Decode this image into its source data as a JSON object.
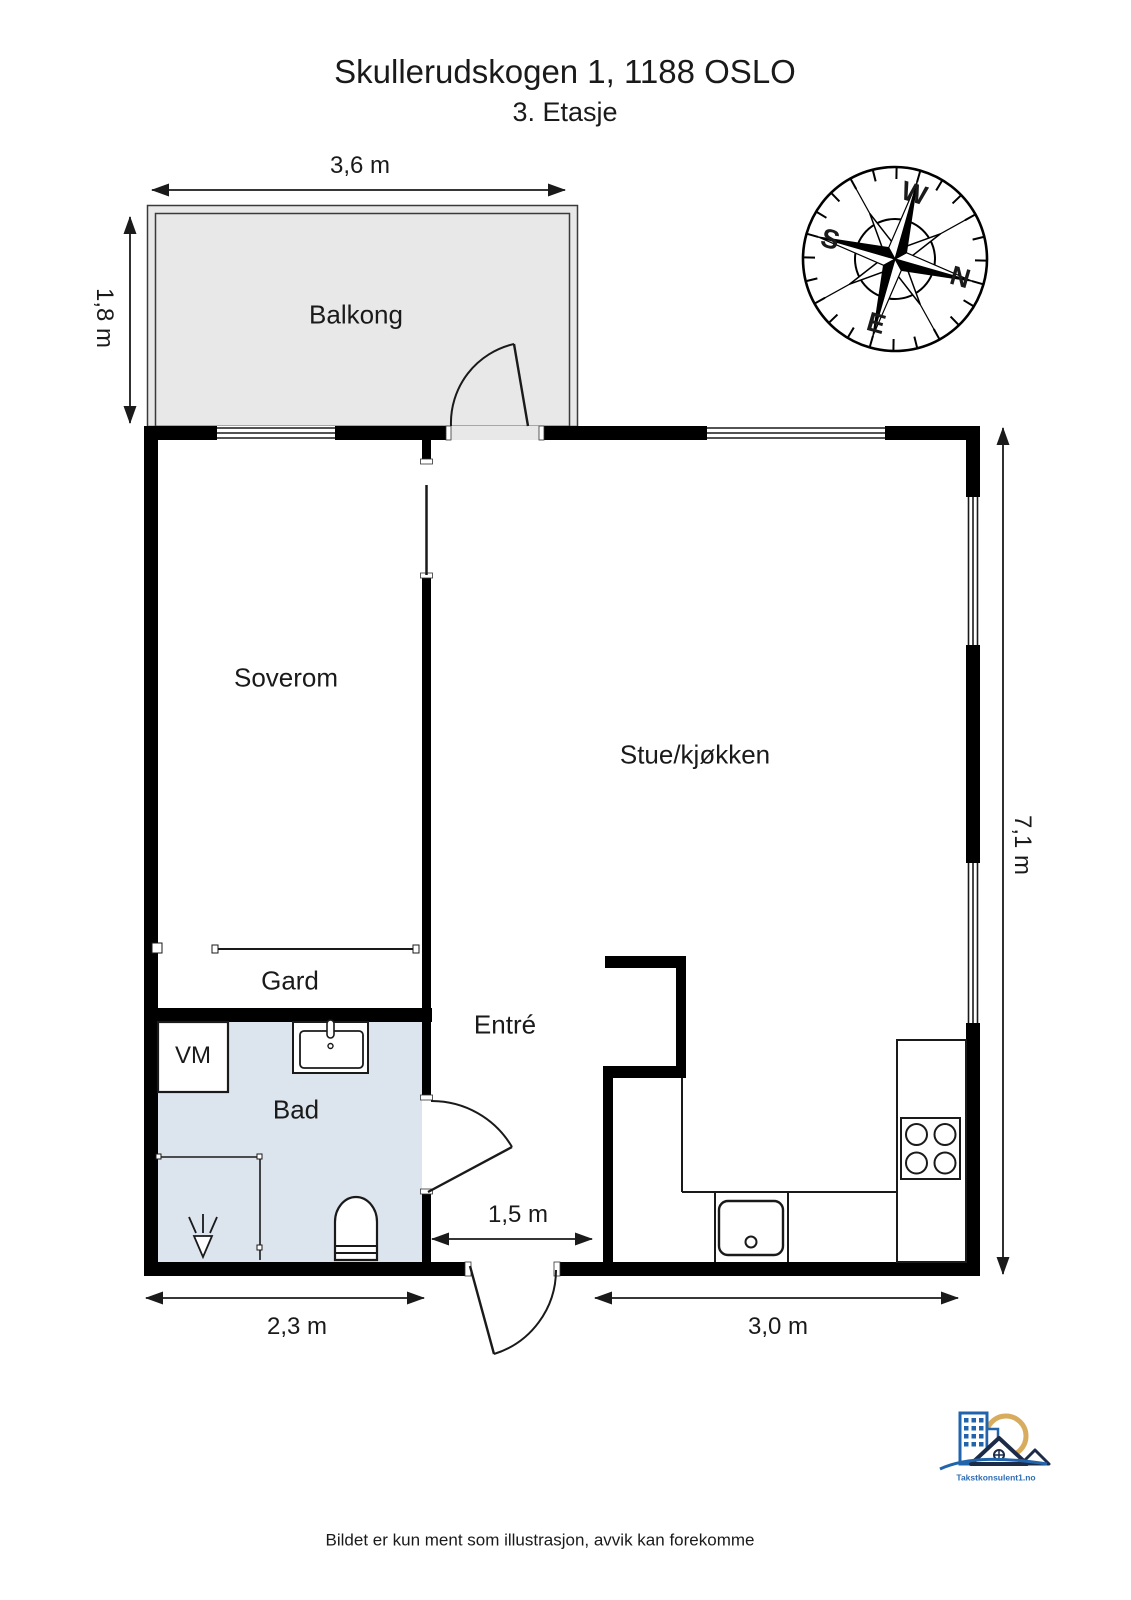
{
  "title": "Skullerudskogen 1, 1188 OSLO",
  "subtitle": "3. Etasje",
  "rooms": {
    "balcony": "Balkong",
    "bedroom": "Soverom",
    "living_kitchen": "Stue/kjøkken",
    "wardrobe": "Gard",
    "washing_machine": "VM",
    "bathroom": "Bad",
    "entrance": "Entré"
  },
  "dimensions": {
    "balcony_width": "3,6 m",
    "balcony_depth": "1,8 m",
    "right_side_height": "7,1 m",
    "entrance_width": "1,5 m",
    "bottom_left_width": "2,3 m",
    "bottom_right_width": "3,0 m"
  },
  "compass": {
    "north": "N",
    "east": "E",
    "south": "S",
    "west": "W"
  },
  "branding": {
    "logo_text": "Takstkonsulent1.no"
  },
  "disclaimer": "Bildet er kun ment som illustrasjon, avvik kan forekomme",
  "colors": {
    "wall": "#000000",
    "balcony_fill": "#e8e8e8",
    "bathroom_fill": "#dce4ed",
    "logo_blue": "#2264ac",
    "logo_sun": "#d8ac5e",
    "logo_roof": "#1c2b47"
  }
}
